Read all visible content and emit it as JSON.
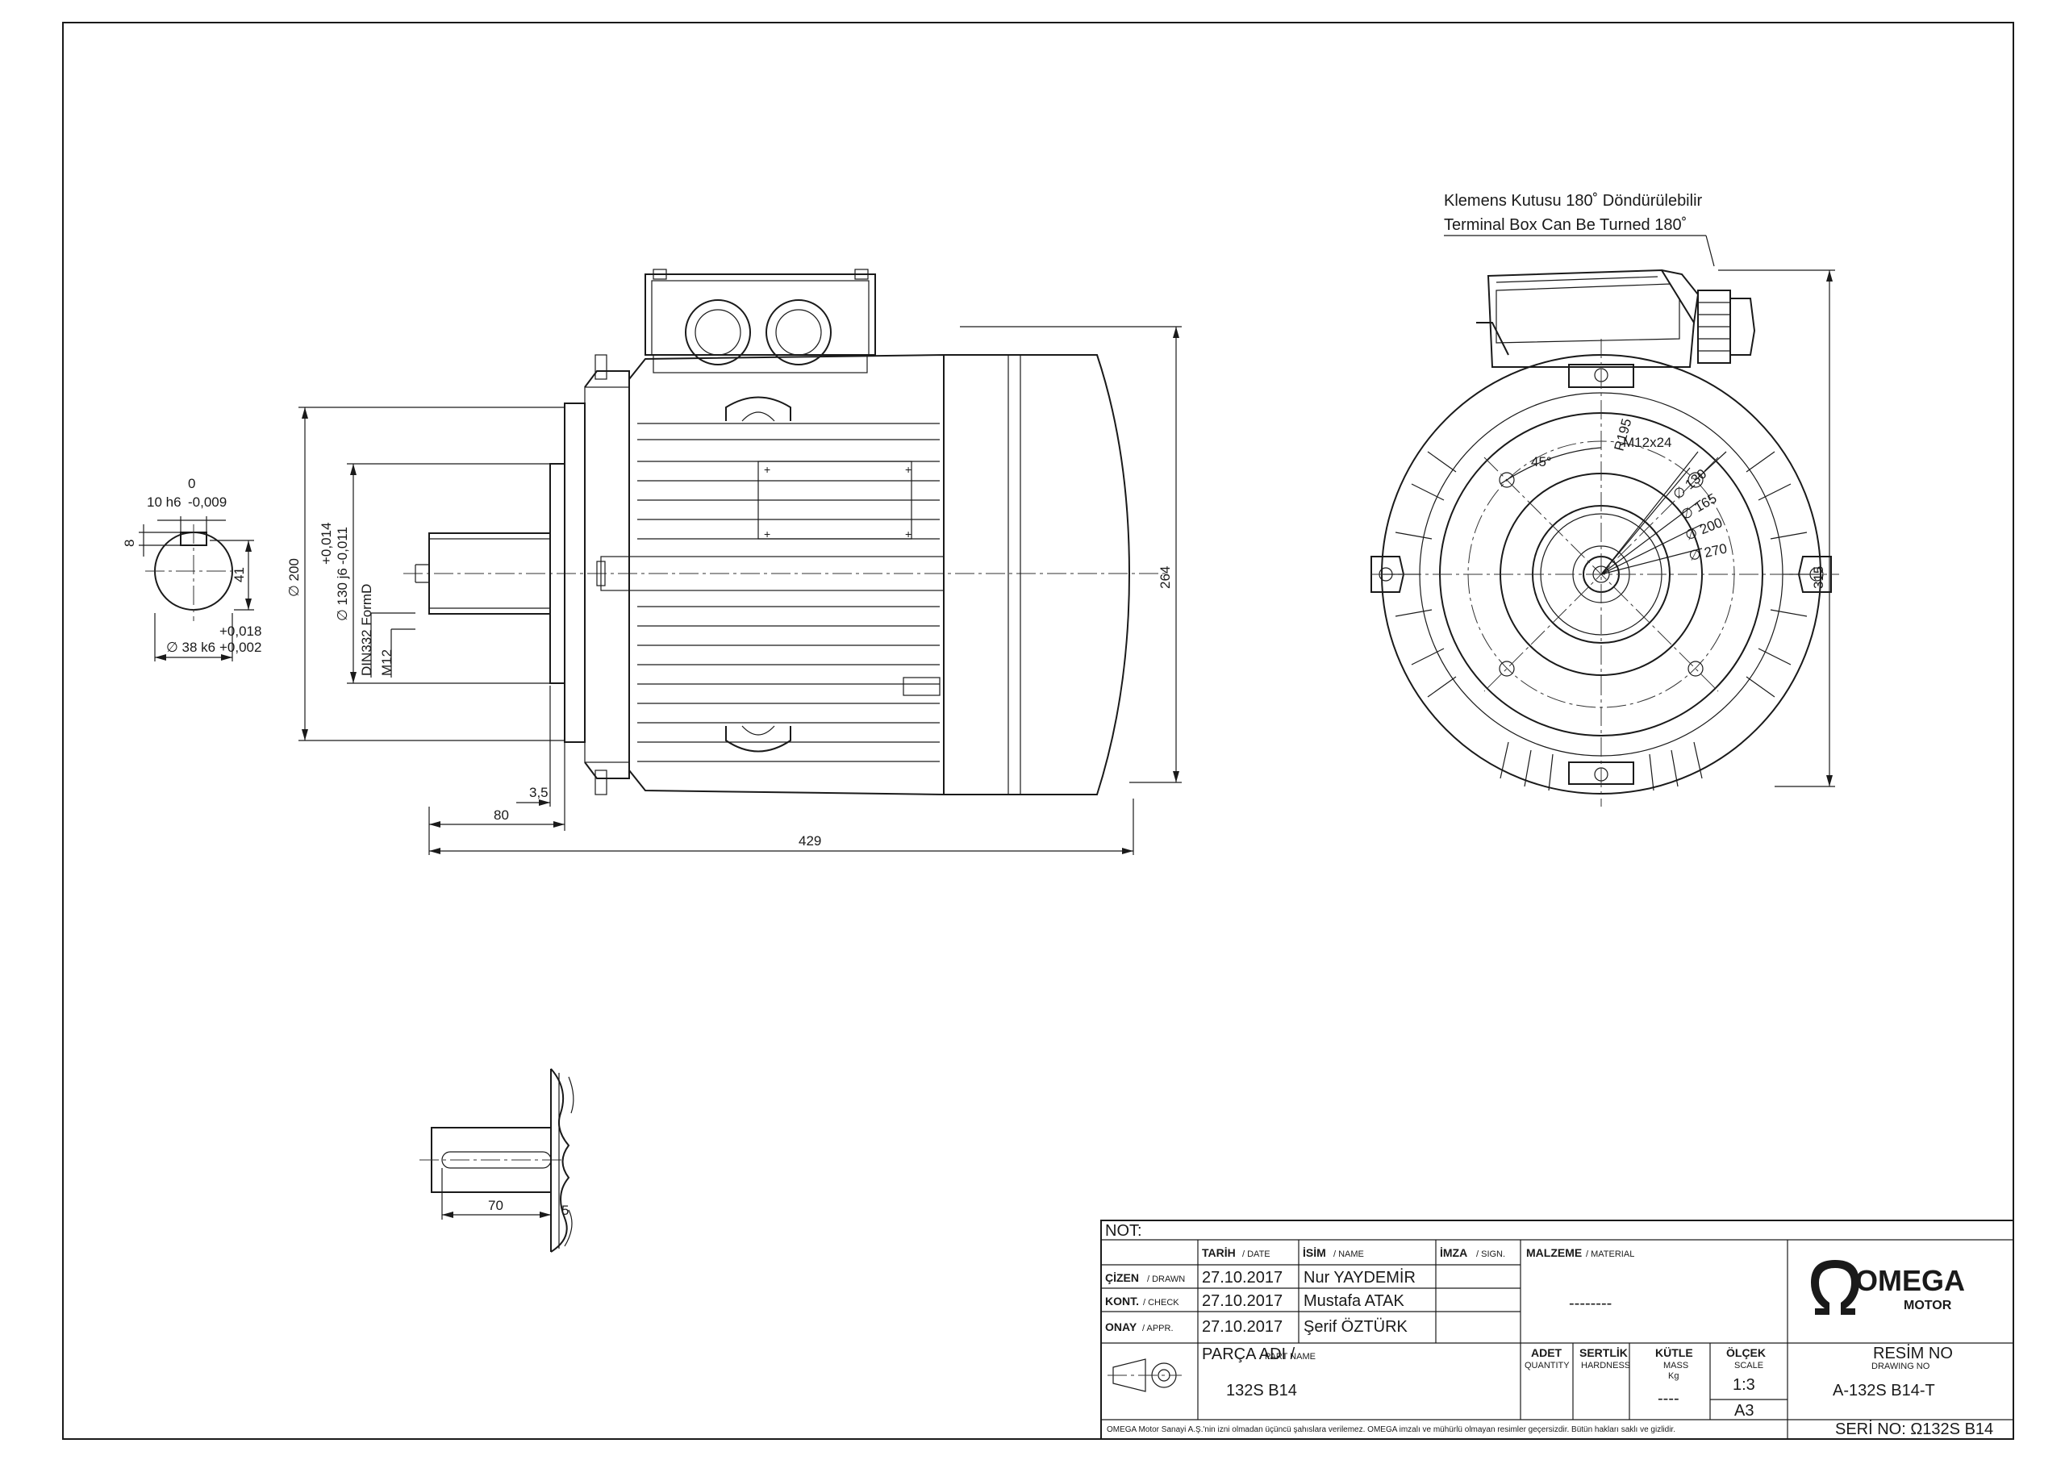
{
  "front_view": {
    "dim_length": "429",
    "dim_shaft_length": "80",
    "dim_offset": "3,5",
    "dim_flange_dia": "∅ 200",
    "dim_spigot_dia": "∅ 130 j6",
    "dim_spigot_tol_upper": "+0,014",
    "dim_spigot_tol_lower": "-0,011",
    "dim_center_hole": "DIN332 FormD",
    "dim_thread": "M12",
    "dim_height": "264"
  },
  "shaft_section": {
    "dim_key_width": "10 h6",
    "dim_key_tol_upper": "0",
    "dim_key_tol_lower": "-0,009",
    "dim_key_depth": "8",
    "dim_shaft_height": "41",
    "dim_shaft_dia": "∅ 38 k6",
    "dim_shaft_tol_upper": "+0,018",
    "dim_shaft_tol_lower": "+0,002"
  },
  "keyway_detail": {
    "dim_key_length": "70",
    "dim_key_offset": "5"
  },
  "side_view": {
    "note_tr": "Klemens Kutusu 180˚ Döndürülebilir",
    "note_en": "Terminal Box Can Be Turned 180˚",
    "dim_radius": "R195",
    "dim_thread_holes": "M12x24",
    "dim_angle": "45°",
    "dim_d130": "∅ 130",
    "dim_d165": "∅ 165",
    "dim_d200": "∅ 200",
    "dim_d270": "∅ 270",
    "dim_height": "315"
  },
  "title_block": {
    "not_label": "NOT:",
    "col_date": "TARİH",
    "col_date_en": "/ DATE",
    "col_name": "İSİM",
    "col_name_en": "/ NAME",
    "col_sign": "İMZA",
    "col_sign_en": "/ SIGN.",
    "row_drawn": "ÇİZEN",
    "row_drawn_en": "/ DRAWN",
    "row_check": "KONT.",
    "row_check_en": "/ CHECK",
    "row_appr": "ONAY",
    "row_appr_en": "/ APPR.",
    "drawn_date": "27.10.2017",
    "drawn_name": "Nur YAYDEMİR",
    "check_date": "27.10.2017",
    "check_name": "Mustafa ATAK",
    "appr_date": "27.10.2017",
    "appr_name": "Şerif ÖZTÜRK",
    "material_label": "MALZEME",
    "material_label_en": "/ MATERIAL",
    "material_value": "--------",
    "part_name_label": "PARÇA ADI /",
    "part_name_label_en": "PART NAME",
    "part_name": "132S B14",
    "qty_label": "ADET",
    "qty_label_en": "QUANTITY",
    "hardness_label": "SERTLİK",
    "hardness_label_en": "HARDNESS",
    "mass_label": "KÜTLE",
    "mass_label_en": "MASS",
    "mass_unit": "Kg",
    "mass_value": "----",
    "scale_label": "ÖLÇEK",
    "scale_label_en": "SCALE",
    "scale_value": "1:3",
    "paper_size": "A3",
    "drawing_no_label": "RESİM NO",
    "drawing_no_label_en": "DRAWING NO",
    "drawing_no": "A-132S B14-T",
    "serial_no": "SERİ NO: Ω132S B14",
    "logo_text": "OMEGA",
    "logo_sub": "MOTOR",
    "copyright": "OMEGA Motor Sanayi A.Ş.'nin izni olmadan üçüncü şahıslara verilemez. OMEGA imzalı ve mühürlü olmayan resimler geçersizdir. Bütün hakları saklı ve gizlidir."
  }
}
